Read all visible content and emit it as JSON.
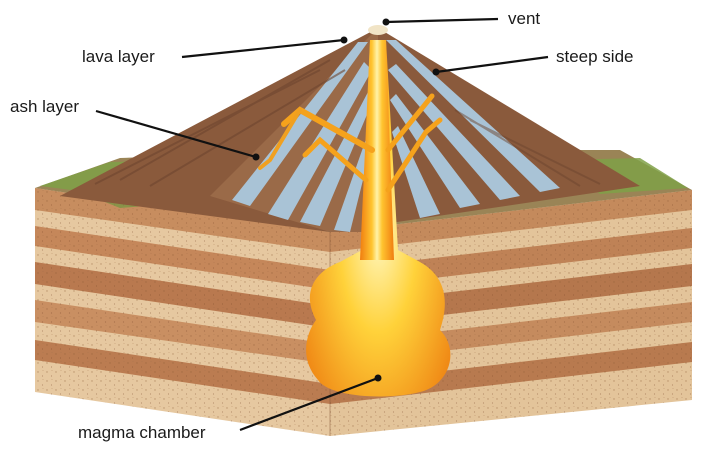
{
  "labels": {
    "vent": "vent",
    "lava_layer": "lava layer",
    "steep_side": "steep side",
    "ash_layer": "ash layer",
    "magma_chamber": "magma chamber"
  },
  "colors": {
    "cap_grass": "#7fa046",
    "ash_brown": "#8a5a3c",
    "lava_blue": "#a9c3d6",
    "rock_light": "#e3c49a",
    "rock_dark": "#b8805a",
    "magma_yellow": "#ffd23a",
    "magma_orange": "#f08a16",
    "leader_line": "#111111"
  }
}
